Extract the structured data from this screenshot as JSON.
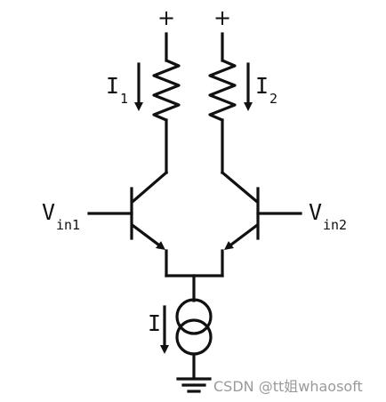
{
  "supply": {
    "left_symbol": "+",
    "right_symbol": "+"
  },
  "currents": {
    "i1": {
      "main": "I",
      "sub": "1"
    },
    "i2": {
      "main": "I",
      "sub": "2"
    },
    "tail": {
      "main": "I"
    }
  },
  "inputs": {
    "vin1": {
      "main": "V",
      "sub": "in1"
    },
    "vin2": {
      "main": "V",
      "sub": "in2"
    }
  },
  "watermark": "CSDN @tt姐whaosoft",
  "colors": {
    "ink": "#111111",
    "watermark": "#9a9a9a",
    "background": "#ffffff"
  }
}
